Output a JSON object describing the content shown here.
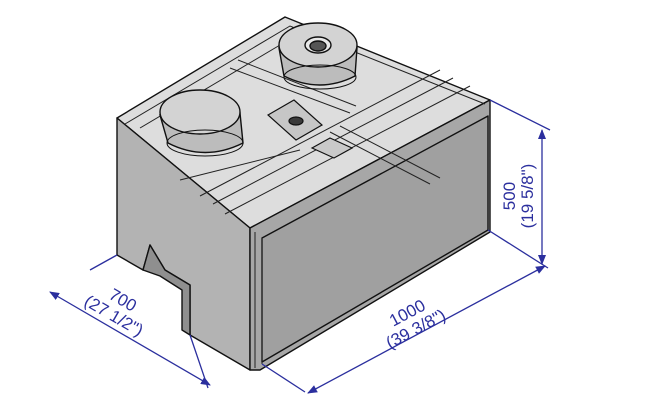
{
  "dimensions": {
    "depth": {
      "metric": "700",
      "imperial": "(27 1/2\")"
    },
    "length": {
      "metric": "1000",
      "imperial": "(39 3/8\")"
    },
    "height": {
      "metric": "500",
      "imperial": "(19 5/8\")"
    }
  },
  "colors": {
    "dimension_line": "#2b2f9e",
    "block_top": "#dedede",
    "block_front": "#a9a9a9",
    "block_side": "#bdbdbd",
    "outline": "#111111"
  }
}
